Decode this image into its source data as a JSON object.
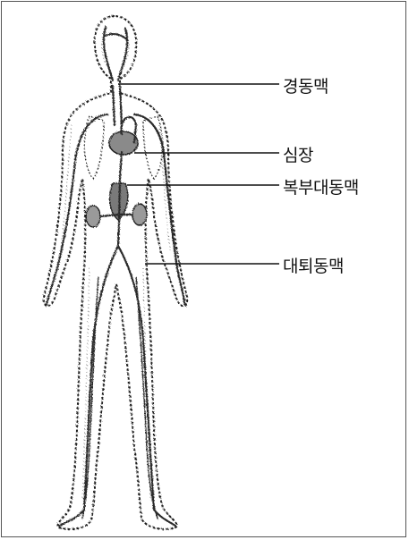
{
  "labels": {
    "carotid": "경동맥",
    "heart": "심장",
    "abdominal_aorta": "복부대동맥",
    "femoral": "대퇴동맥"
  },
  "colors": {
    "outline": "#1a1a1a",
    "vessel": "#2b2b2b",
    "organ": "#8a8a8a",
    "stipple": "#6a6a6a"
  }
}
